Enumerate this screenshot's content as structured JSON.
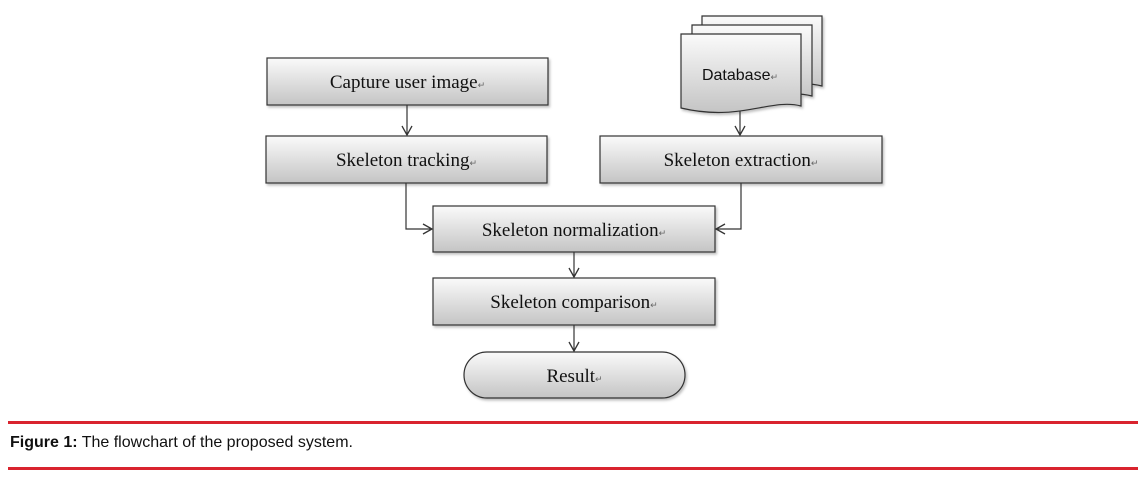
{
  "diagram": {
    "nodes": {
      "capture": "Capture user image",
      "database": "Database",
      "tracking": "Skeleton tracking",
      "extraction": "Skeleton extraction",
      "normalization": "Skeleton normalization",
      "comparison": "Skeleton comparison",
      "result": "Result"
    },
    "paragraph_mark": "↵",
    "edges": [
      {
        "from": "capture",
        "to": "tracking"
      },
      {
        "from": "database",
        "to": "extraction"
      },
      {
        "from": "tracking",
        "to": "normalization"
      },
      {
        "from": "extraction",
        "to": "normalization"
      },
      {
        "from": "normalization",
        "to": "comparison"
      },
      {
        "from": "comparison",
        "to": "result"
      }
    ]
  },
  "caption": {
    "label": "Figure 1:",
    "text": " The flowchart of the proposed system."
  },
  "colors": {
    "rule": "#d9232e",
    "box_fill_light": "#fafafa",
    "box_fill_dark": "#c4c4c4",
    "stroke": "#333333"
  }
}
